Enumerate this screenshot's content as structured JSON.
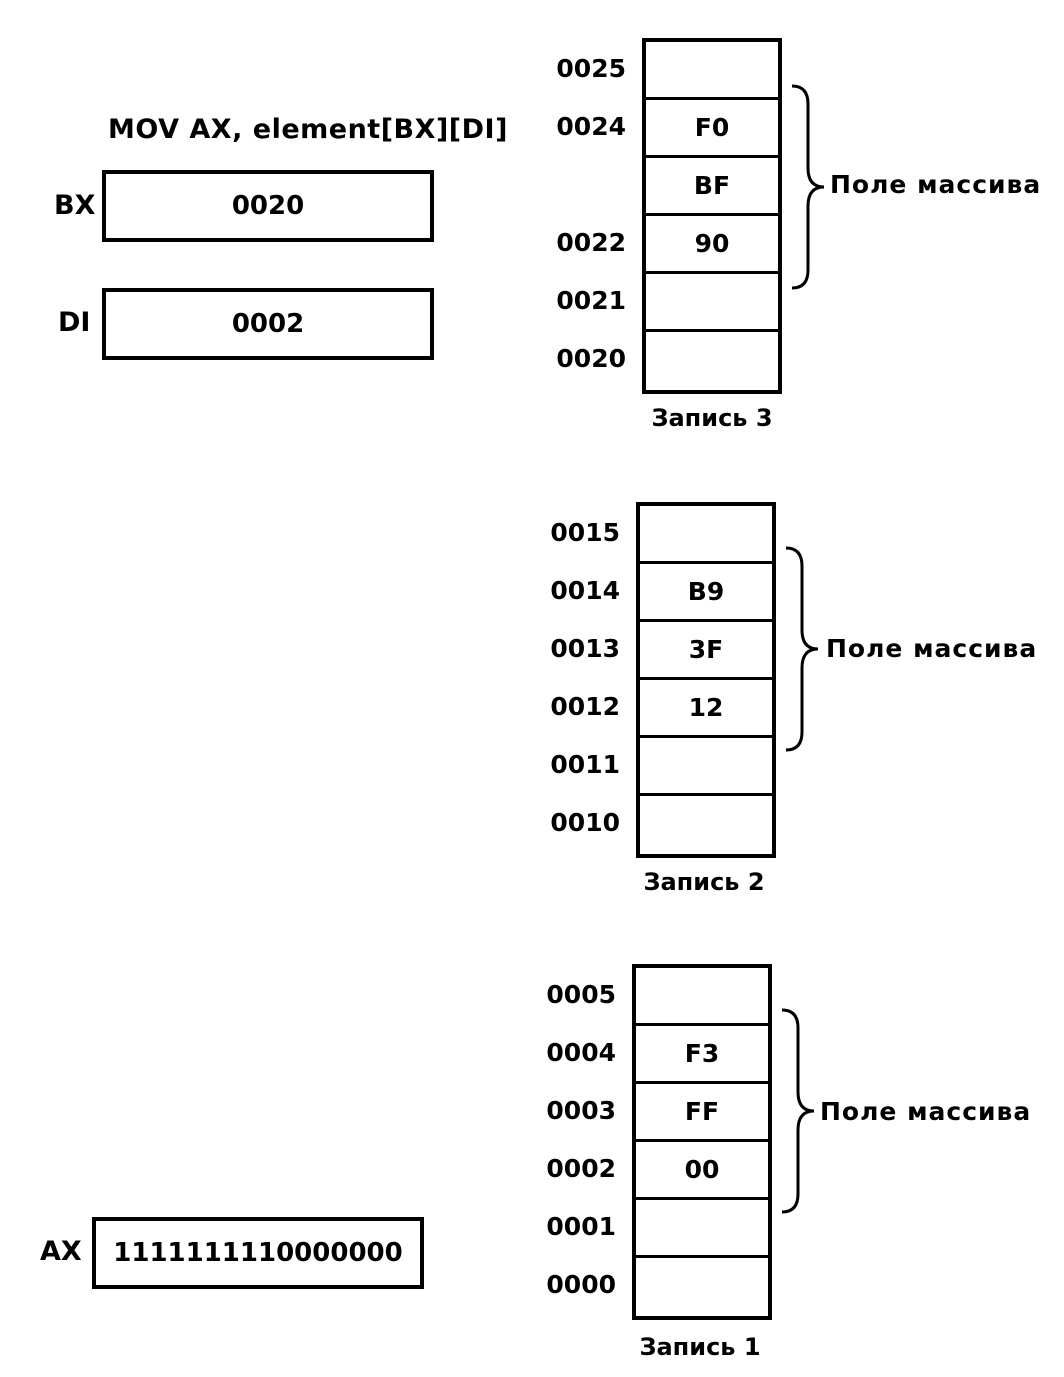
{
  "instruction": "MOV AX, element[BX][DI]",
  "registers": {
    "bx": {
      "label": "BX",
      "value": "0020"
    },
    "di": {
      "label": "DI",
      "value": "0002"
    },
    "ax": {
      "label": "AX",
      "value": "1111111110000000"
    }
  },
  "records": [
    {
      "caption": "Запись 3",
      "field_label": "Поле массива",
      "cells": [
        {
          "addr": "0025",
          "value": ""
        },
        {
          "addr": "0024",
          "value": "F0"
        },
        {
          "addr": "",
          "value": "BF"
        },
        {
          "addr": "0022",
          "value": "90"
        },
        {
          "addr": "0021",
          "value": ""
        },
        {
          "addr": "0020",
          "value": ""
        }
      ]
    },
    {
      "caption": "Запись 2",
      "field_label": "Поле массива",
      "cells": [
        {
          "addr": "0015",
          "value": ""
        },
        {
          "addr": "0014",
          "value": "B9"
        },
        {
          "addr": "0013",
          "value": "3F"
        },
        {
          "addr": "0012",
          "value": "12"
        },
        {
          "addr": "0011",
          "value": ""
        },
        {
          "addr": "0010",
          "value": ""
        }
      ]
    },
    {
      "caption": "Запись 1",
      "field_label": "Поле массива",
      "cells": [
        {
          "addr": "0005",
          "value": ""
        },
        {
          "addr": "0004",
          "value": "F3"
        },
        {
          "addr": "0003",
          "value": "FF"
        },
        {
          "addr": "0002",
          "value": "00"
        },
        {
          "addr": "0001",
          "value": ""
        },
        {
          "addr": "0000",
          "value": ""
        }
      ]
    }
  ]
}
